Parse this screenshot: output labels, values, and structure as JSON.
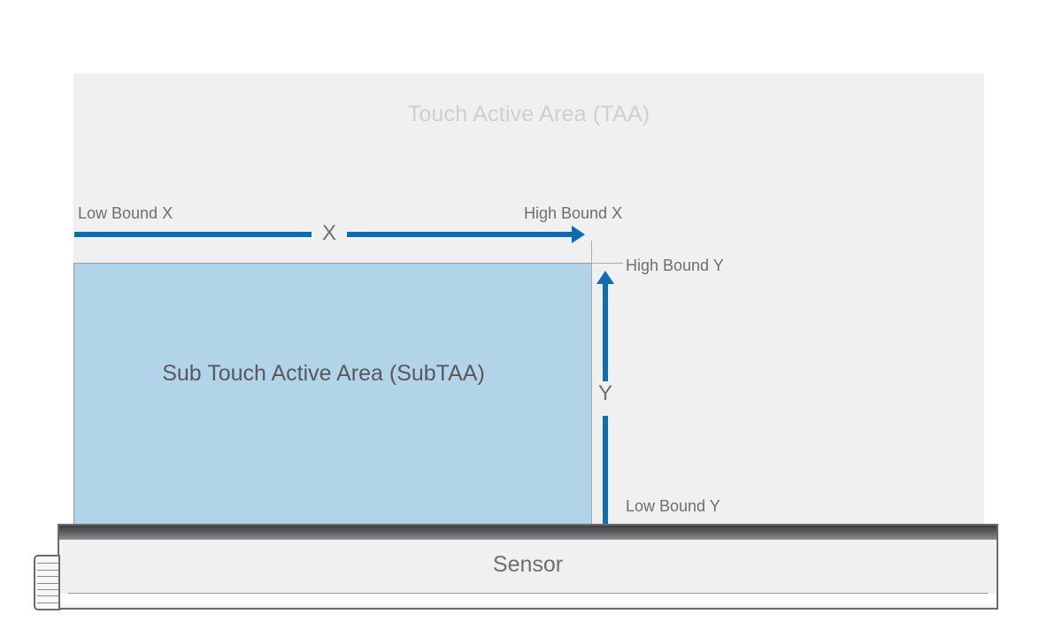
{
  "diagram": {
    "title": "Touch Active Area (TAA)",
    "subarea_title": "Sub Touch Active Area (SubTAA)",
    "sensor_label": "Sensor",
    "bounds": {
      "low_bound_x": "Low Bound X",
      "high_bound_x": "High Bound X",
      "high_bound_y": "High Bound Y",
      "low_bound_y": "Low Bound Y"
    },
    "axes": {
      "x_label": "X",
      "y_label": "Y"
    },
    "colors": {
      "arrow_blue": "#0d6cb4",
      "subtaa_fill": "#b2d4e9",
      "taa_fill": "#f0f0f0",
      "text_gray": "#6d6e70",
      "taa_title_gray": "#cfcfcf",
      "sensor_border": "#6b6b6d"
    },
    "connector": {
      "pin_count": 7
    }
  }
}
